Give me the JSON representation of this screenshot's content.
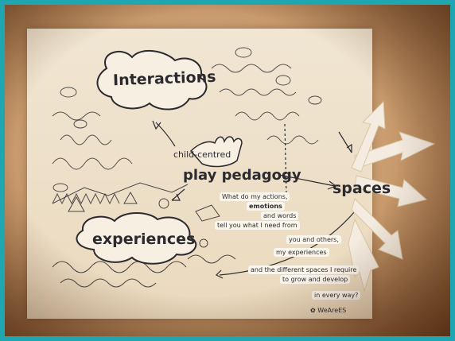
{
  "poster": {
    "heading_interactions": "Interactions",
    "heading_experiences": "experiences",
    "heading_spaces": "spaces",
    "subtitle": "child-centred",
    "main_title": "play pedagogy",
    "lines": {
      "l1": "What do my actions,",
      "l2": "emotions",
      "l3": "and words",
      "l4": "tell you what I need from",
      "l5": "you and others,",
      "l6": "my experiences",
      "l7": "and the different spaces I require",
      "l8": "to grow and develop",
      "l9": "in every way?"
    },
    "signature": "WeAreES"
  },
  "colors": {
    "border": "#1fa6b0",
    "ink": "#2b2a2f",
    "paper": "#efe3cf"
  }
}
